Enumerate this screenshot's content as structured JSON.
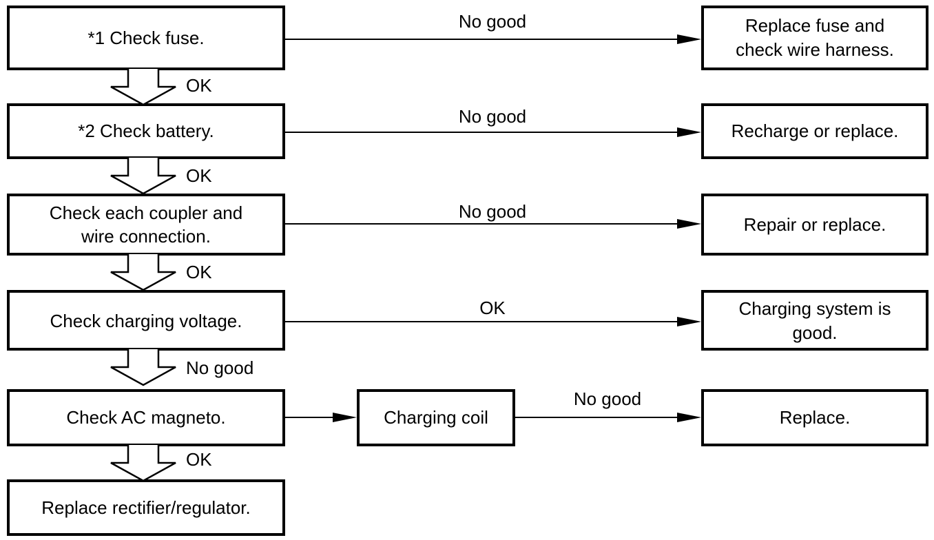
{
  "steps": {
    "check_fuse": "*1 Check fuse.",
    "check_battery": "*2 Check battery.",
    "check_coupler_line1": "Check each coupler and",
    "check_coupler_line2": "wire connection.",
    "check_voltage": "Check charging voltage.",
    "check_magneto": "Check AC magneto.",
    "replace_regulator": "Replace rectifier/regulator.",
    "charging_coil": "Charging coil"
  },
  "outcomes": {
    "replace_fuse_line1": "Replace fuse and",
    "replace_fuse_line2": "check wire harness.",
    "recharge": "Recharge or replace.",
    "repair": "Repair or replace.",
    "system_good_line1": "Charging system is",
    "system_good_line2": "good.",
    "replace": "Replace."
  },
  "labels": {
    "no_good": "No good",
    "ok": "OK"
  }
}
